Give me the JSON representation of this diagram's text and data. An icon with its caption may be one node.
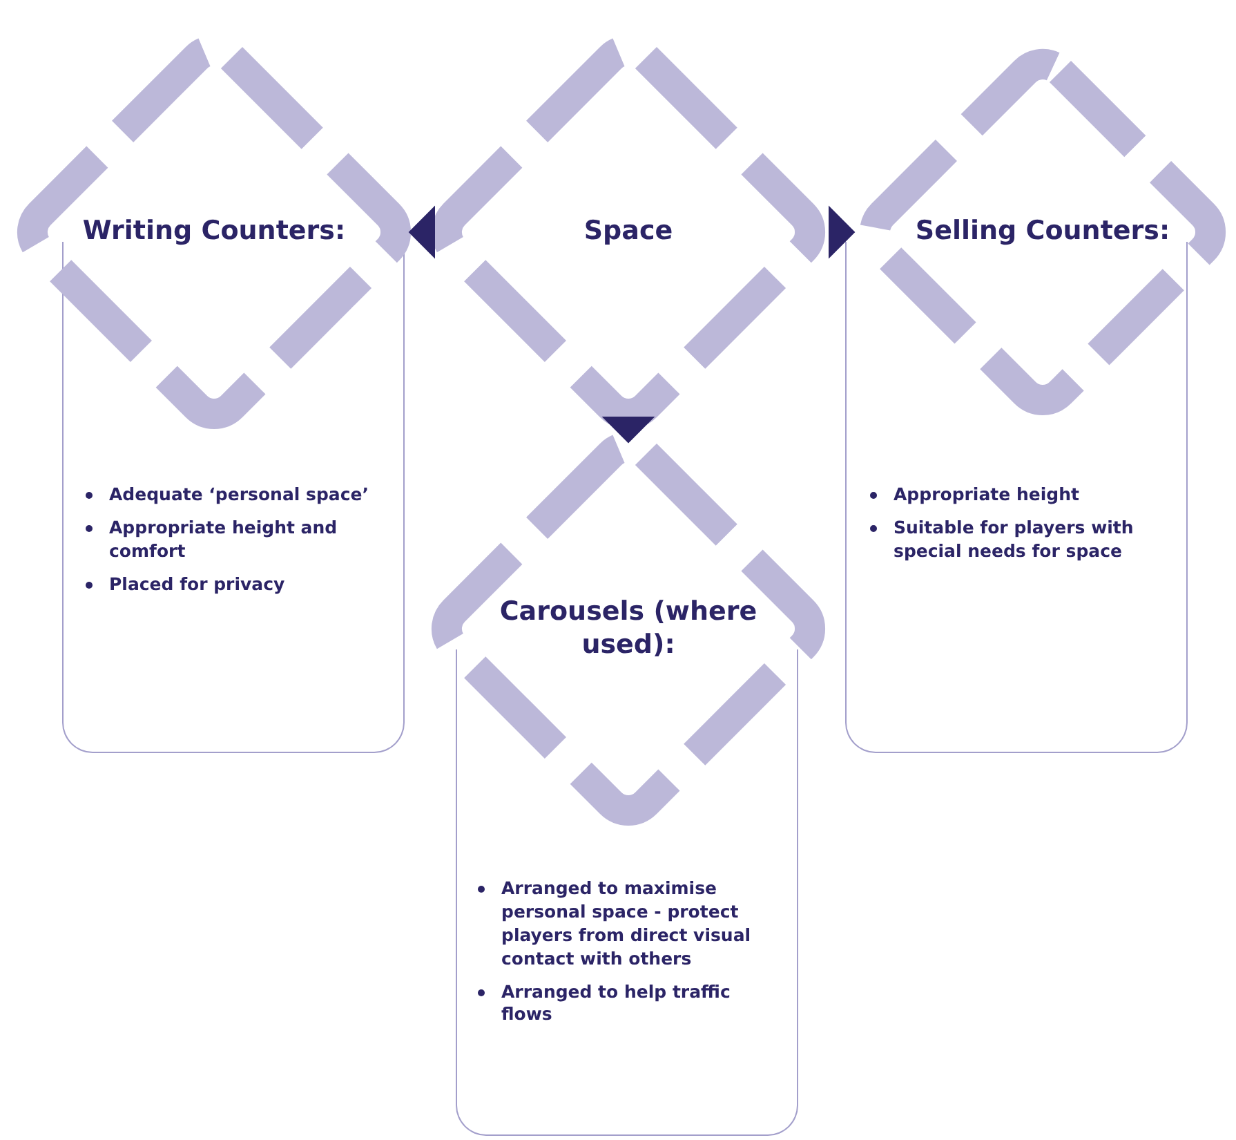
{
  "diagram": {
    "nodes": [
      {
        "text": [
          "Writing Counters:",
          "Adequate ‘personal space’",
          "Appropriate height and comfort",
          "Placed for privacy"
        ]
      },
      {
        "text": [
          "Space"
        ]
      },
      {
        "text": [
          "Selling Counters:",
          "Appropriate height",
          "Suitable for players with special needs for space"
        ]
      },
      {
        "text": [
          "Carousels (where used):",
          "Arranged to maximise personal space - protect players from direct visual contact with others",
          "Arranged to help traffic flows"
        ]
      }
    ],
    "edges": [
      {
        "from": 1,
        "to": 0,
        "arrow": "to"
      },
      {
        "from": 1,
        "to": 2,
        "arrow": "to"
      },
      {
        "from": 1,
        "to": 3,
        "arrow": "to"
      }
    ]
  }
}
